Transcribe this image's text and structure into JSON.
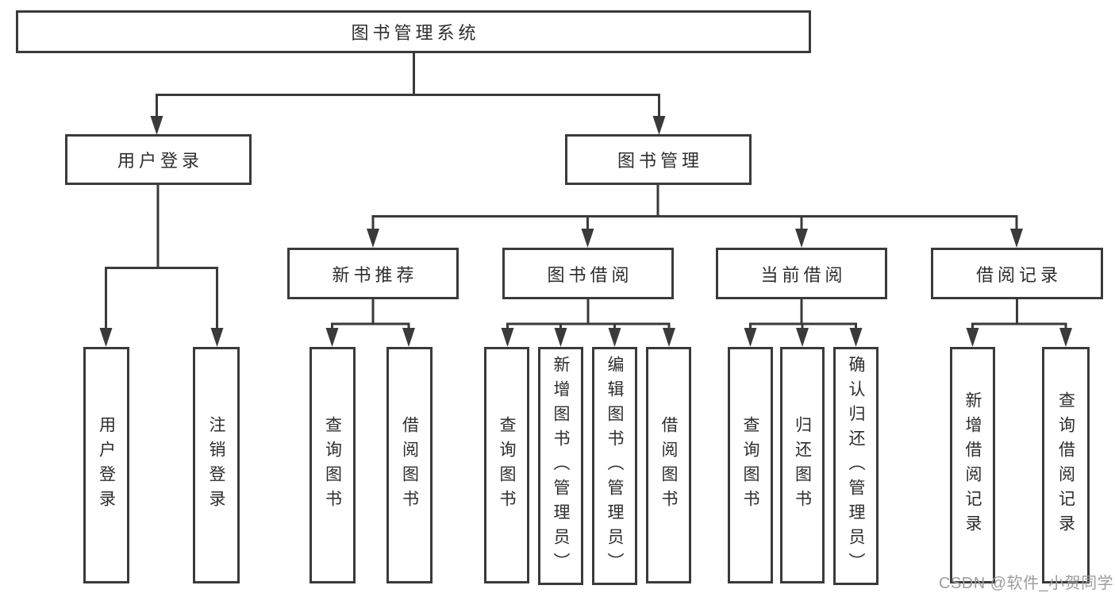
{
  "diagram": {
    "root": "图书管理系统",
    "level1": {
      "user_login": "用户登录",
      "book_management": "图书管理"
    },
    "level2": {
      "new_books": "新书推荐",
      "book_borrow": "图书借阅",
      "current_borrow": "当前借阅",
      "borrow_records": "借阅记录"
    },
    "leaves": {
      "user_login": "用户登录",
      "logout": "注销登录",
      "nb_search_books": "查询图书",
      "nb_borrow_books": "借阅图书",
      "bb_search_books": "查询图书",
      "bb_add_books": "新增图书（管理员）",
      "bb_edit_books": "编辑图书（管理员）",
      "bb_borrow_books": "借阅图书",
      "cb_search_books": "查询图书",
      "cb_return_books": "归还图书",
      "cb_confirm_return": "确认归还（管理员）",
      "br_add_record": "新增借阅记录",
      "br_search_record": "查询借阅记录"
    }
  },
  "watermark": "CSDN @软件_小贺同学",
  "colors": {
    "line": "#3a3a3a",
    "text": "#2d2d2d",
    "watermark": "#9d9d9d",
    "background": "#ffffff"
  }
}
